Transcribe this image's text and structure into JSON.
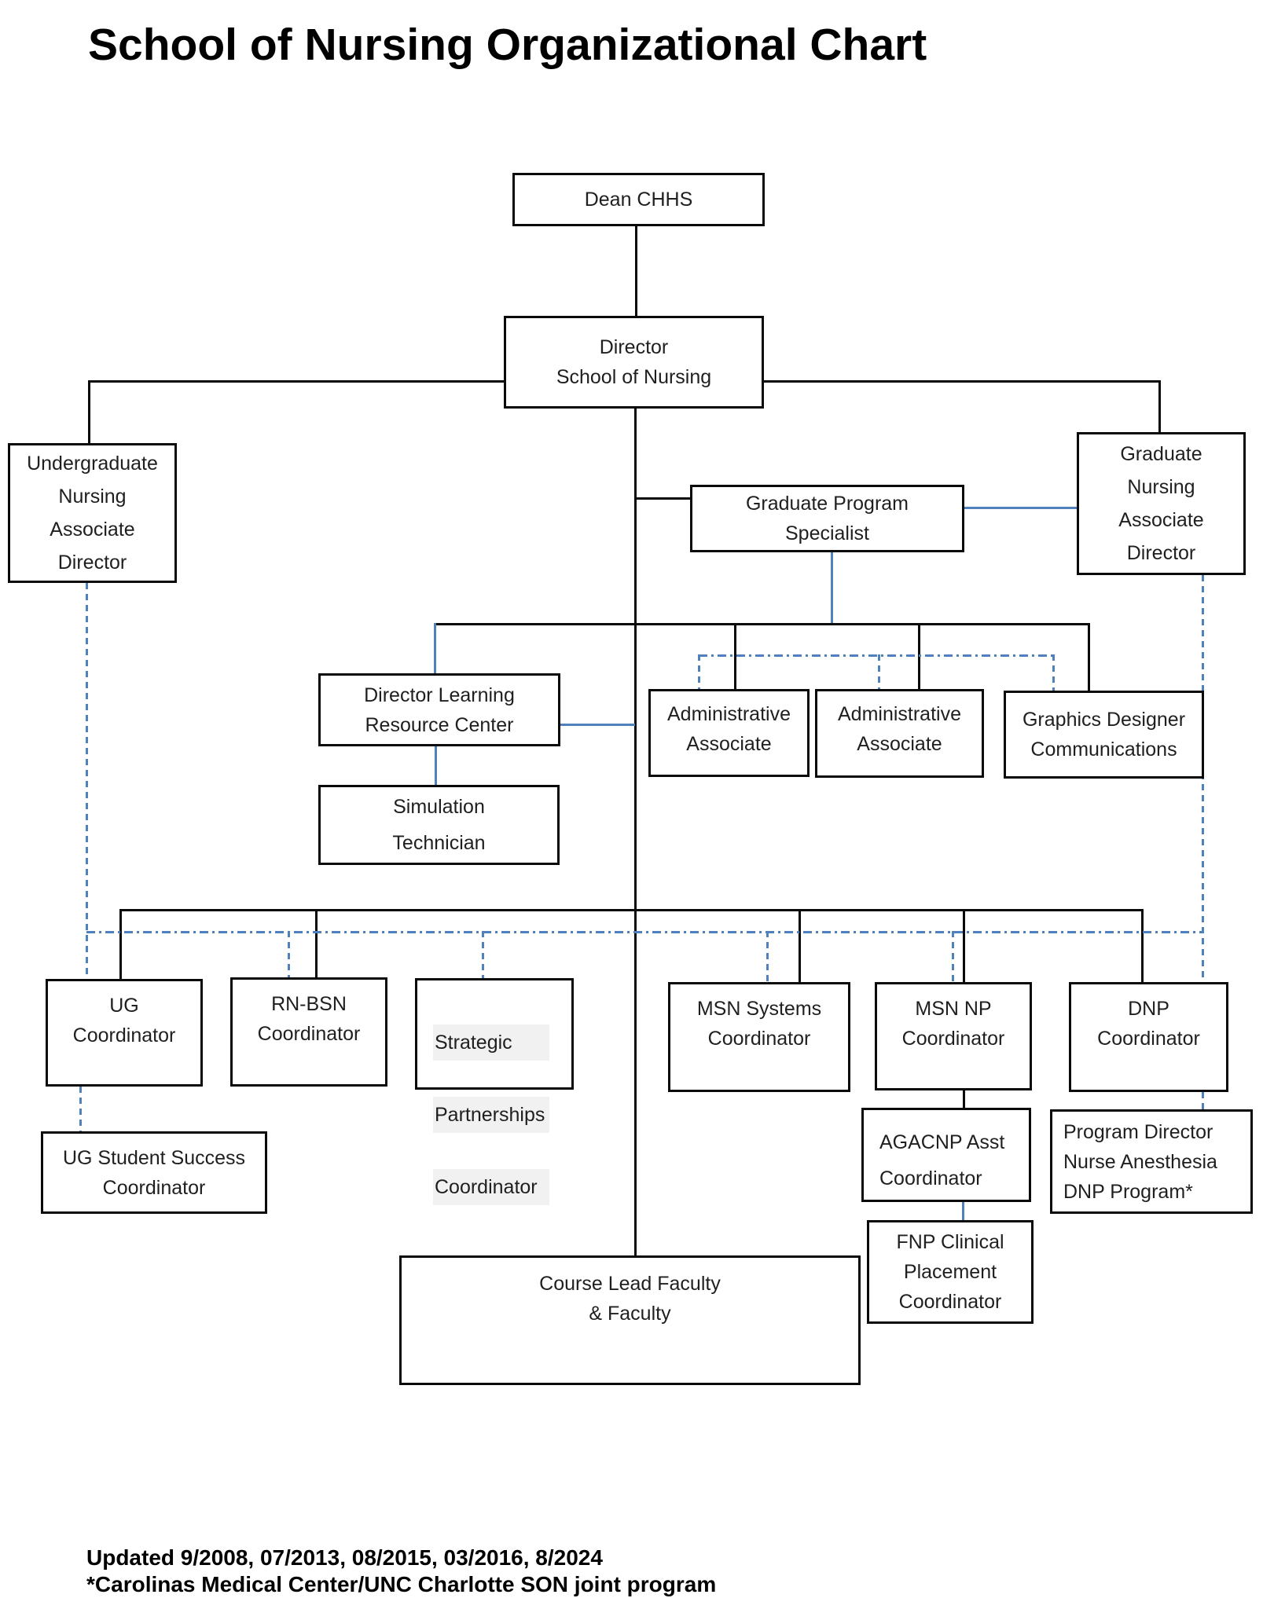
{
  "title": "School of Nursing Organizational Chart",
  "colors": {
    "background": "#ffffff",
    "box_fill": "#ffffff",
    "box_border": "#0a0a0a",
    "line_black": "#0a0a0a",
    "line_blue": "#4f81bd",
    "text": "#1f1f1f",
    "strategic_highlight": "#f1f1f1"
  },
  "boxes": {
    "dean": {
      "label": "Dean CHHS"
    },
    "director": {
      "label": "Director\nSchool of Nursing"
    },
    "ug_associate_director": {
      "label": "Undergraduate\nNursing\nAssociate\nDirector"
    },
    "graduate_program_specialist": {
      "label": "Graduate Program\nSpecialist"
    },
    "graduate_nursing_associate_director": {
      "label": "Graduate\nNursing\nAssociate\nDirector"
    },
    "director_lrc": {
      "label": "Director Learning\nResource Center"
    },
    "admin_associate_1": {
      "label": "Administrative\nAssociate"
    },
    "admin_associate_2": {
      "label": "Administrative\nAssociate"
    },
    "graphics_designer": {
      "label": "Graphics Designer\nCommunications"
    },
    "simulation_technician": {
      "label": "Simulation\nTechnician"
    },
    "ug_coordinator": {
      "label": "UG\nCoordinator"
    },
    "rn_bsn_coordinator": {
      "label": "RN-BSN\nCoordinator"
    },
    "strategic_partnerships_coordinator": {
      "lines": [
        "Strategic",
        "Partnerships",
        "Coordinator"
      ]
    },
    "msn_systems_coordinator": {
      "label": "MSN Systems\nCoordinator"
    },
    "msn_np_coordinator": {
      "label": "MSN NP\nCoordinator"
    },
    "dnp_coordinator": {
      "label": "DNP\nCoordinator"
    },
    "ug_student_success": {
      "label": "UG Student Success\nCoordinator"
    },
    "agacnp_asst_coordinator": {
      "label": "AGACNP Asst\nCoordinator"
    },
    "program_director_nurse_anesthesia": {
      "label": "Program Director\nNurse Anesthesia\nDNP Program*"
    },
    "fnp_clinical_placement": {
      "label": "FNP Clinical\nPlacement\nCoordinator"
    },
    "course_lead_faculty": {
      "label": "Course Lead Faculty\n& Faculty"
    }
  },
  "edges": [
    {
      "from": "dean",
      "to": "director",
      "style": "solid-black"
    },
    {
      "from": "director",
      "to": "ug_associate_director",
      "style": "solid-black"
    },
    {
      "from": "director",
      "to": "graduate_nursing_associate_director",
      "style": "solid-black"
    },
    {
      "from": "director",
      "to": "graduate_program_specialist",
      "style": "solid-black"
    },
    {
      "from": "director",
      "to": "admin_associate_1",
      "style": "solid-black"
    },
    {
      "from": "director",
      "to": "admin_associate_2",
      "style": "solid-black"
    },
    {
      "from": "director",
      "to": "graphics_designer",
      "style": "solid-black"
    },
    {
      "from": "director",
      "to": "ug_coordinator",
      "style": "solid-black"
    },
    {
      "from": "director",
      "to": "rn_bsn_coordinator",
      "style": "solid-black"
    },
    {
      "from": "director",
      "to": "msn_systems_coordinator",
      "style": "solid-black"
    },
    {
      "from": "director",
      "to": "msn_np_coordinator",
      "style": "solid-black"
    },
    {
      "from": "director",
      "to": "dnp_coordinator",
      "style": "solid-black"
    },
    {
      "from": "director",
      "to": "course_lead_faculty",
      "style": "solid-black"
    },
    {
      "from": "director_lrc",
      "to": "director",
      "style": "solid-blue"
    },
    {
      "from": "director_lrc",
      "to": "simulation_technician",
      "style": "solid-blue"
    },
    {
      "from": "graduate_program_specialist",
      "to": "director",
      "style": "solid-blue"
    },
    {
      "from": "graduate_program_specialist",
      "to": "graduate_nursing_associate_director",
      "style": "solid-blue"
    },
    {
      "from": "graduate_program_specialist",
      "to": "admin_associate_1",
      "style": "dashdot-blue"
    },
    {
      "from": "graduate_program_specialist",
      "to": "admin_associate_2",
      "style": "dashdot-blue"
    },
    {
      "from": "graduate_program_specialist",
      "to": "graphics_designer",
      "style": "dashdot-blue"
    },
    {
      "from": "ug_associate_director",
      "to": "ug_coordinator",
      "style": "dashed-blue"
    },
    {
      "from": "ug_associate_director",
      "to": "rn_bsn_coordinator",
      "style": "dashed-blue"
    },
    {
      "from": "ug_associate_director",
      "to": "strategic_partnerships_coordinator",
      "style": "dashed-blue"
    },
    {
      "from": "graduate_nursing_associate_director",
      "to": "msn_systems_coordinator",
      "style": "dashed-blue"
    },
    {
      "from": "graduate_nursing_associate_director",
      "to": "msn_np_coordinator",
      "style": "dashed-blue"
    },
    {
      "from": "graduate_nursing_associate_director",
      "to": "program_director_nurse_anesthesia",
      "style": "dashed-blue"
    },
    {
      "from": "dnp_coordinator",
      "to": "program_director_nurse_anesthesia",
      "style": "dashed-blue"
    },
    {
      "from": "ug_coordinator",
      "to": "ug_student_success",
      "style": "dashed-blue"
    },
    {
      "from": "msn_np_coordinator",
      "to": "agacnp_asst_coordinator",
      "style": "solid-black"
    },
    {
      "from": "agacnp_asst_coordinator",
      "to": "fnp_clinical_placement",
      "style": "solid-blue"
    }
  ],
  "footer": {
    "line1": "Updated 9/2008, 07/2013, 08/2015, 03/2016, 8/2024",
    "line2": "*Carolinas Medical Center/UNC Charlotte SON joint program"
  }
}
